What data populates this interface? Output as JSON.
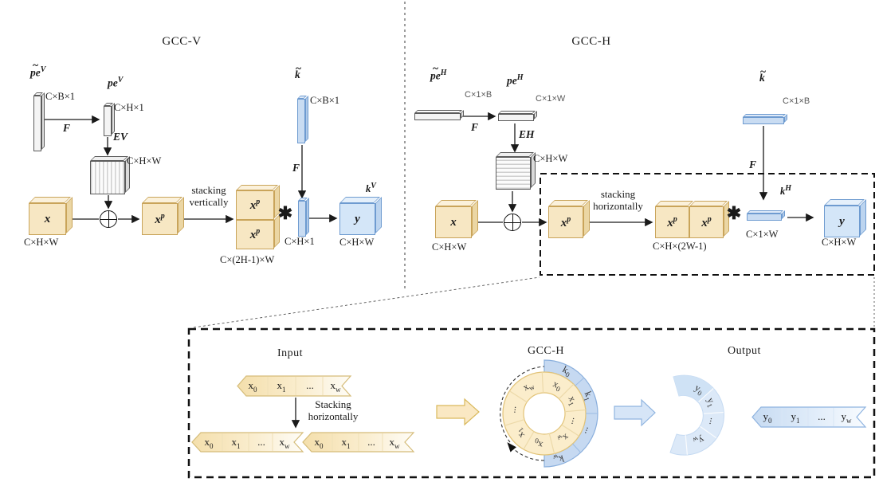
{
  "gcc_v": {
    "title": "GCC-V",
    "pe_src": {
      "tilde": "~",
      "base": "pe",
      "sup": "V",
      "dim": "C×B×1"
    },
    "f_pe": "F",
    "pe_dst": {
      "base": "pe",
      "sup": "V",
      "dim": "C×H×1"
    },
    "expand": "EV",
    "grid_dim": "C×H×W",
    "x": {
      "label": "x",
      "dim": "C×H×W"
    },
    "xp": {
      "base": "x",
      "sup": "p"
    },
    "stacking": {
      "line1": "stacking",
      "line2": "vertically"
    },
    "stacked": {
      "top": {
        "base": "x",
        "sup": "p"
      },
      "bottom": {
        "base": "x",
        "sup": "p"
      },
      "dim": "C×(2H-1)×W"
    },
    "conv": "✱",
    "k_src": {
      "tilde": "~",
      "base": "k",
      "dim": "C×B×1"
    },
    "f_k": "F",
    "k_dst": {
      "base": "k",
      "sup": "V",
      "dim": "C×H×1"
    },
    "y": {
      "label": "y",
      "dim": "C×H×W"
    }
  },
  "gcc_h": {
    "title": "GCC-H",
    "pe_src": {
      "tilde": "~",
      "base": "pe",
      "sup": "H",
      "dim": "C×1×B"
    },
    "f_pe": "F",
    "pe_dst": {
      "base": "pe",
      "sup": "H",
      "dim": "C×1×W"
    },
    "expand": "EH",
    "grid_dim": "C×H×W",
    "x": {
      "label": "x",
      "dim": "C×H×W"
    },
    "xp": {
      "base": "x",
      "sup": "p"
    },
    "stacking": {
      "line1": "stacking",
      "line2": "horizontally"
    },
    "stacked": {
      "left": {
        "base": "x",
        "sup": "p"
      },
      "right": {
        "base": "x",
        "sup": "p"
      },
      "dim": "C×H×(2W-1)"
    },
    "conv": "✱",
    "k_src": {
      "tilde": "~",
      "base": "k",
      "dim": "C×1×B"
    },
    "f_k": "F",
    "k_dst": {
      "base": "k",
      "sup": "H",
      "dim": "C×1×W"
    },
    "y": {
      "label": "y",
      "dim": "C×H×W"
    }
  },
  "bottom": {
    "input_title": "Input",
    "gcch_title": "GCC-H",
    "output_title": "Output",
    "stacking": {
      "line1": "Stacking",
      "line2": "horizontally"
    },
    "input_ribbon": [
      {
        "b": "x",
        "s": "0"
      },
      {
        "b": "x",
        "s": "1"
      },
      {
        "b": "...",
        "s": ""
      },
      {
        "b": "x",
        "s": "w"
      }
    ],
    "stacked_ribbon": {
      "seg1": [
        {
          "b": "x",
          "s": "0"
        },
        {
          "b": "x",
          "s": "1"
        },
        {
          "b": "...",
          "s": ""
        },
        {
          "b": "x",
          "s": "w"
        }
      ],
      "seg2": [
        {
          "b": "x",
          "s": "0"
        },
        {
          "b": "x",
          "s": "1"
        },
        {
          "b": "...",
          "s": ""
        },
        {
          "b": "x",
          "s": "w"
        }
      ]
    },
    "ring": [
      {
        "b": "x",
        "s": "0"
      },
      {
        "b": "x",
        "s": "1"
      },
      {
        "b": "...",
        "s": ""
      },
      {
        "b": "x",
        "s": "w"
      },
      {
        "b": "x",
        "s": "0"
      },
      {
        "b": "x",
        "s": "1"
      },
      {
        "b": "...",
        "s": ""
      },
      {
        "b": "x",
        "s": "w"
      }
    ],
    "kernel": [
      {
        "b": "k",
        "s": "0"
      },
      {
        "b": "k",
        "s": "1"
      },
      {
        "b": "...",
        "s": ""
      },
      {
        "b": "k",
        "s": "w"
      }
    ],
    "output_arc": [
      {
        "b": "y",
        "s": "0"
      },
      {
        "b": "y",
        "s": "1"
      },
      {
        "b": "...",
        "s": ""
      },
      {
        "b": "y",
        "s": "w"
      }
    ],
    "output_ribbon": [
      {
        "b": "y",
        "s": "0"
      },
      {
        "b": "y",
        "s": "1"
      },
      {
        "b": "...",
        "s": ""
      },
      {
        "b": "y",
        "s": "w"
      }
    ]
  },
  "colors": {
    "tensor_yellow": "#F7E7C3",
    "tensor_blue": "#D4E6F8",
    "border_yellow": "#C9A45A",
    "border_blue": "#6E9BD0"
  }
}
